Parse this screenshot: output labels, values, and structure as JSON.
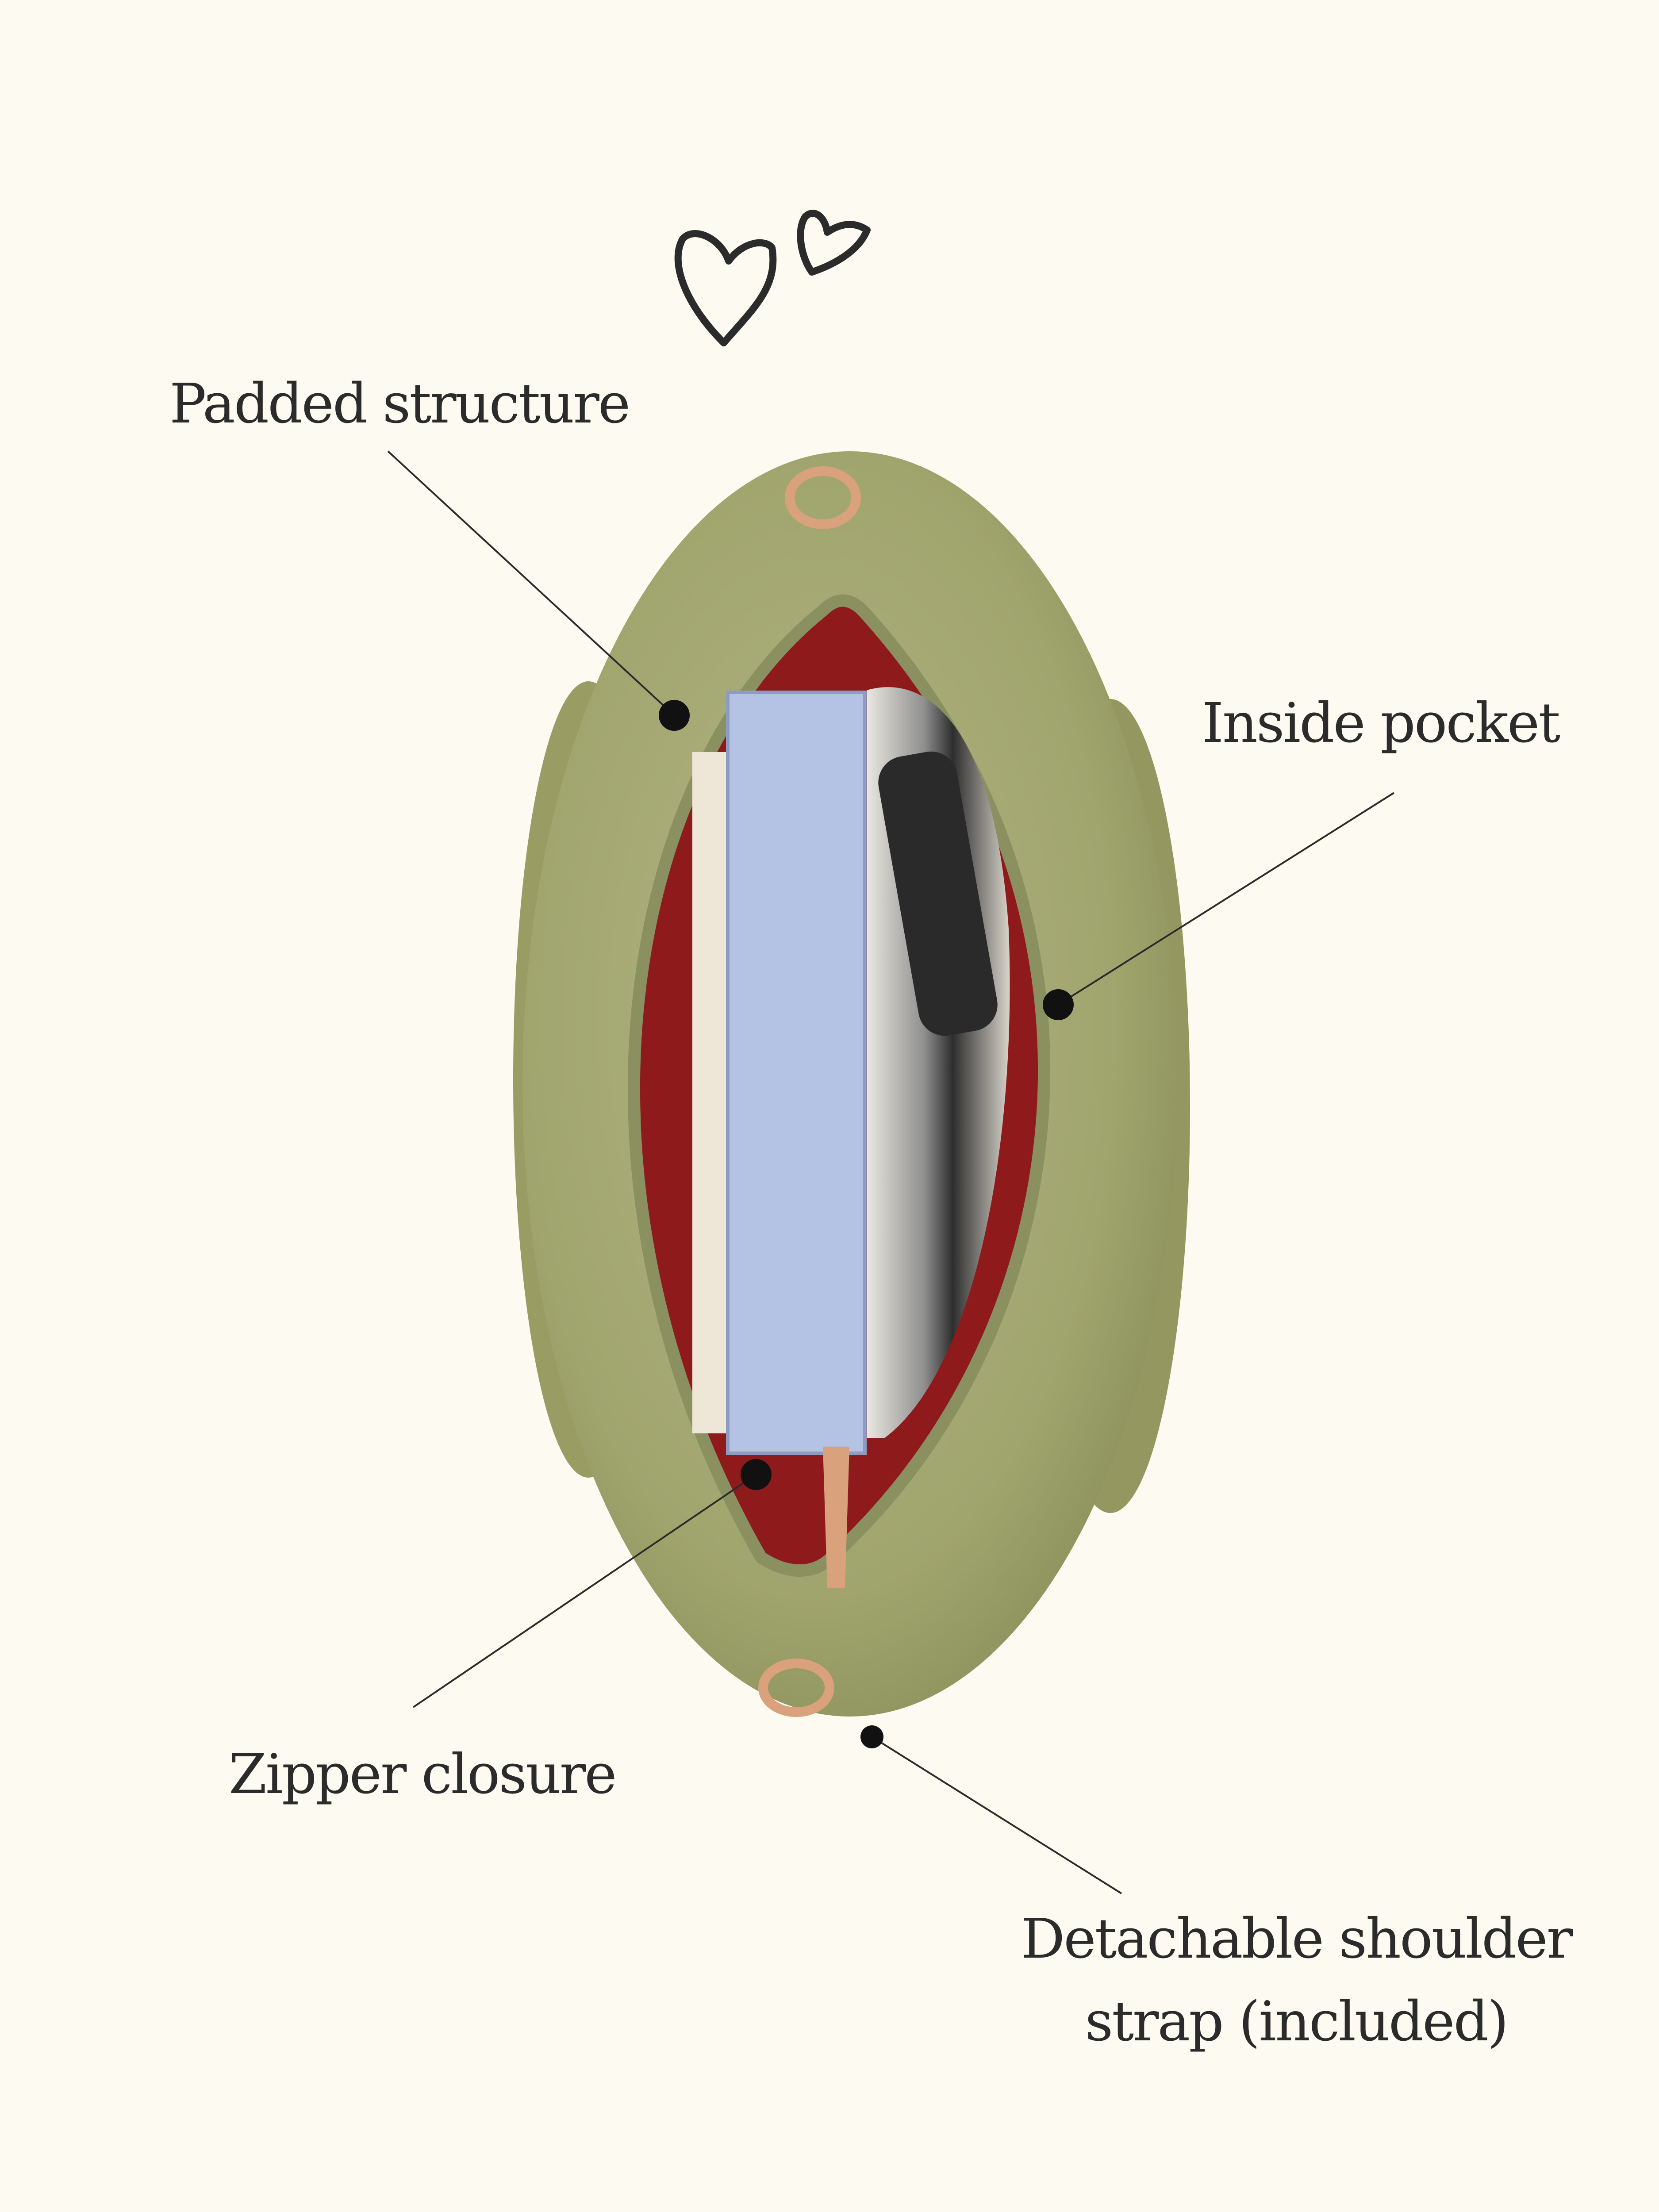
{
  "colors": {
    "background": "#fdfaf1",
    "text": "#2b2b2b",
    "bag_olive": "#a2a670",
    "lining_red": "#8e1a1c",
    "book_blue": "#b4c3e3",
    "hardware_rose_gold": "#d9a17c"
  },
  "decorations": [
    "heart-icon",
    "heart-icon"
  ],
  "callouts": {
    "padded": "Padded structure",
    "pocket": "Inside pocket",
    "zipper": "Zipper closure",
    "strap_line1": "Detachable shoulder",
    "strap_line2": "strap (included)"
  }
}
